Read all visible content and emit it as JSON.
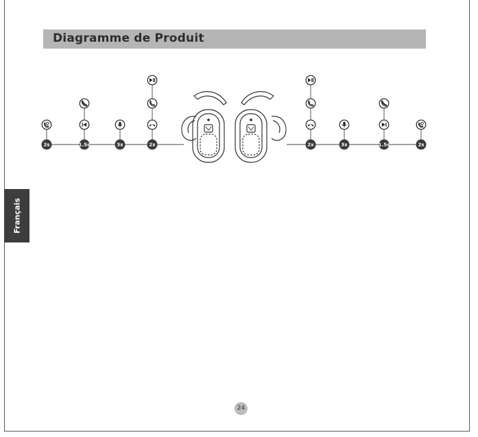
{
  "header": {
    "title": "Diagramme de Produit"
  },
  "side_tab": {
    "label": "Français"
  },
  "diagram": {
    "left_badges": [
      "2s",
      "1.5s",
      "3x",
      "2x"
    ],
    "right_badges": [
      "2x",
      "3x",
      "1.5s",
      "2s"
    ],
    "icons": {
      "call_end": "phone-hangup-icon",
      "call_answer": "phone-answer-icon",
      "call_reject": "phone-reject-icon",
      "voice_assistant": "microphone-icon",
      "previous": "previous-track-icon",
      "next": "next-track-icon",
      "play_pause": "play-pause-icon"
    }
  },
  "footer": {
    "page_number": "24"
  },
  "colors": {
    "header_bg": "#b5b5b5",
    "tab_bg": "#3d3d3d",
    "badge": "#3a3a3a",
    "line": "#444444"
  }
}
